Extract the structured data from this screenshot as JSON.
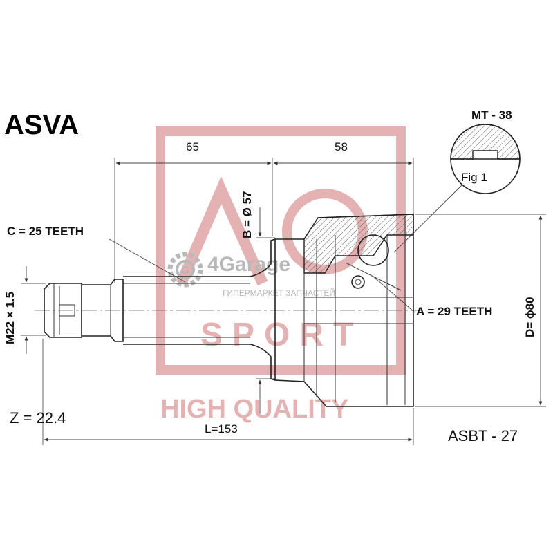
{
  "brand": "ASVA",
  "part_number": "MT - 38",
  "fig_label": "Fig 1",
  "cross_ref": "ASBT - 27",
  "dimensions": {
    "len_65": "65",
    "len_58": "58",
    "diameter_b": "B = Ø 57",
    "diameter_d": "D= ϕ80",
    "thread": "M22 × 1.5",
    "c_teeth": "C = 25 TEETH",
    "a_teeth": "A = 29 TEETH",
    "z": "Z = 22.4",
    "length_l": "L=153"
  },
  "watermark": {
    "site": "4Garage",
    "site_sub": "ГИПЕРМАРКЕТ ЗАПЧАСТЕЙ",
    "quality": "HIGH QUALITY",
    "sport": "SPORT"
  },
  "colors": {
    "watermark_red": "#e4b2b2",
    "line": "#222222"
  }
}
